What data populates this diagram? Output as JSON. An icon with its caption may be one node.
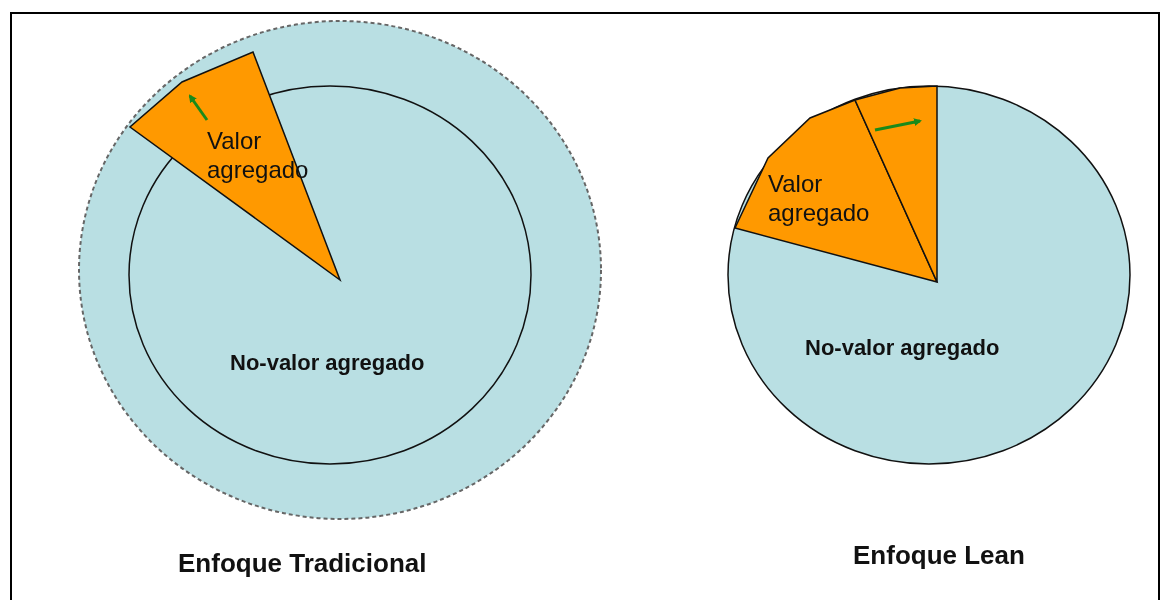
{
  "diagram": {
    "nodes": [
      {
        "text": [],
        "shape": "circle"
      },
      {
        "text": [
          "No-valor agregado"
        ],
        "in": 0
      },
      {
        "text": [
          "Valor agregado"
        ],
        "in": 0
      },
      {
        "text": [
          "No-valor agregado"
        ]
      },
      {
        "text": [
          "Valor agregado"
        ],
        "in": 3
      },
      {
        "text": [],
        "shape": "wedge",
        "in": 3
      }
    ],
    "labels": [
      "Enfoque Tradicional",
      "Enfoque Lean"
    ]
  }
}
